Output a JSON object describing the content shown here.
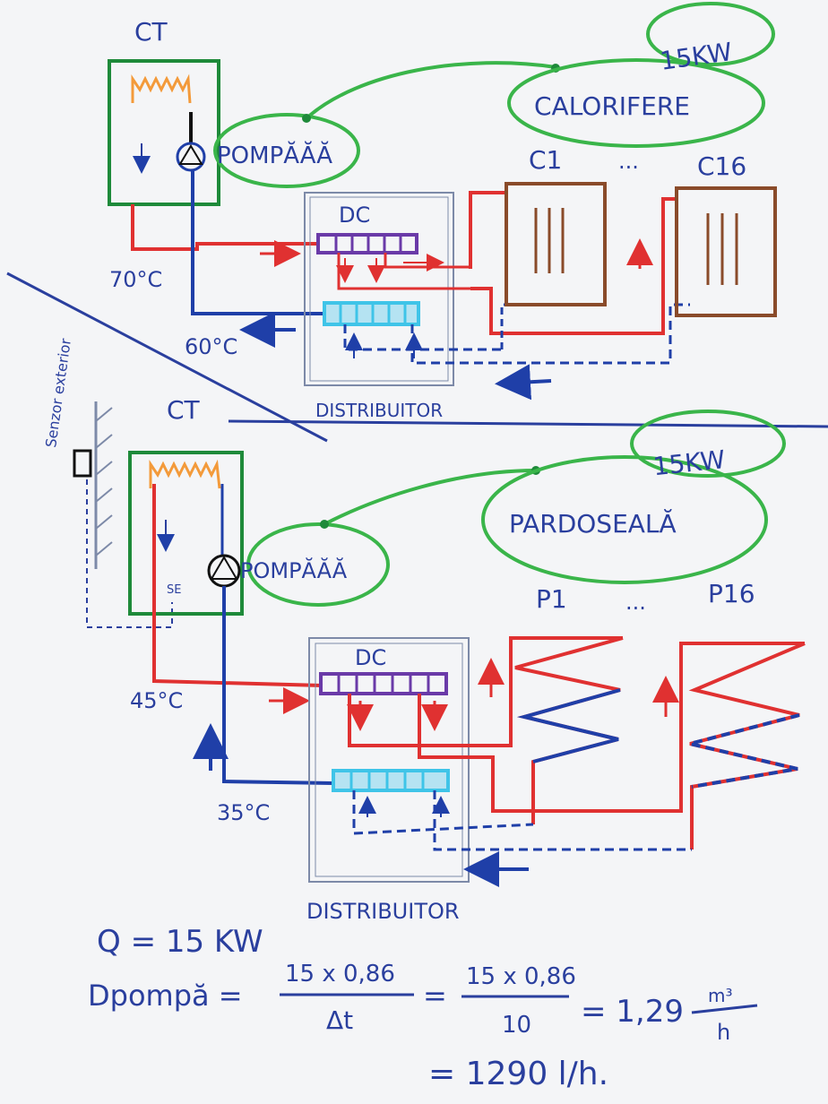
{
  "colors": {
    "paper": "#f4f5f7",
    "boiler_green": "#1e8a3a",
    "bubble_green": "#3ab54a",
    "hot_red": "#e03131",
    "cold_blue": "#1f3fa8",
    "ink_blue": "#2a3f9e",
    "flame_orange": "#f39a3a",
    "radiator_brown": "#8a4b2a",
    "manifold_purple": "#6a3aa8",
    "manifold_cyan": "#3fc4e8",
    "pencil_grey": "#7d8aa8"
  },
  "top": {
    "boiler_label": "CT",
    "pump_label": "POMPĂĂĂ",
    "bubble_label": "CALORIFERE",
    "power_label": "15KW",
    "distributor_short": "DC",
    "distributor_label": "DISTRIBUITOR",
    "rad_first": "C1",
    "rad_dots": "...",
    "rad_last": "C16",
    "temp_supply": "70°C",
    "temp_return": "60°C"
  },
  "bottom": {
    "boiler_label": "CT",
    "sensor_label": "Senzor exterior",
    "pump_label": "POMPĂĂĂ",
    "bubble_label": "PARDOSEALĂ",
    "power_label": "15KW",
    "distributor_short": "DC",
    "distributor_label": "DISTRIBUITOR",
    "loop_first": "P1",
    "loop_dots": "...",
    "loop_last": "P16",
    "temp_supply": "45°C",
    "temp_return": "35°C",
    "se_label": "SE"
  },
  "formula": {
    "q_line": "Q = 15 KW",
    "d_label": "Dpompă =",
    "num1": "15 x 0,86",
    "den1": "Δt",
    "eq": "=",
    "num2": "15 x 0,86",
    "den2": "10",
    "result": "= 1,29",
    "unit_num": "m³",
    "unit_den": "h",
    "result2": "= 1290 l/h."
  }
}
